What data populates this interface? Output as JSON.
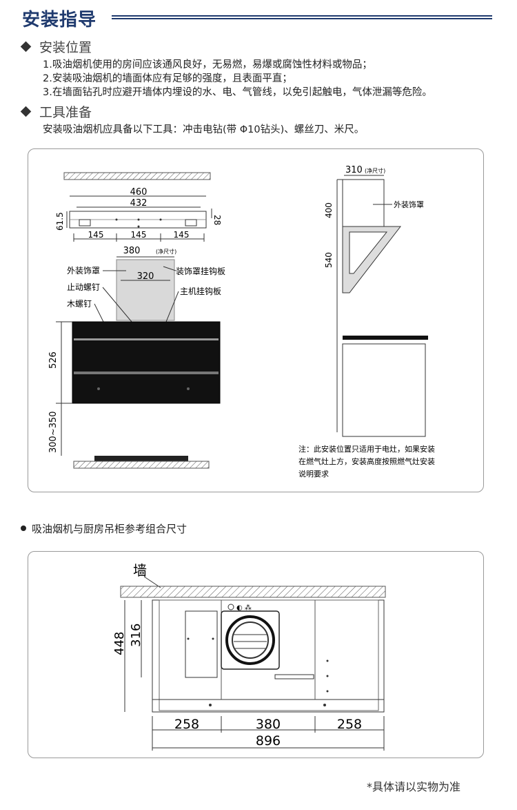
{
  "header": {
    "title": "安装指导"
  },
  "install_position": {
    "heading": "安装位置",
    "items": [
      "1.吸油烟机使用的房间应该通风良好，无易燃，易爆或腐蚀性材料或物品；",
      "2.安装吸油烟机的墙面体应有足够的强度，且表面平直；",
      "3.在墙面钻孔时应避开墙体内埋设的水、电、气管线，以免引起触电，气体泄漏等危险。"
    ]
  },
  "tools": {
    "heading": "工具准备",
    "text": "安装吸油烟机应具备以下工具：冲击电钻(带 Φ10钻头)、螺丝刀、米尺。"
  },
  "diagram1": {
    "dim_460": "460",
    "dim_432": "432",
    "dim_28": "28",
    "dim_61_5": "61.5",
    "dim_145_a": "145",
    "dim_145_b": "145",
    "dim_145_c": "145",
    "dim_380": "380",
    "net_size": "(净尺寸)",
    "dim_320": "320",
    "label_outer_cover": "外装饰罩",
    "label_stop_screw": "止动螺钉",
    "label_wood_screw": "木螺钉",
    "label_cover_hook": "装饰罩挂钩板",
    "label_main_hook": "主机挂钩板",
    "dim_526": "526",
    "dim_300_350": "300~350",
    "dim_310": "310",
    "net_size_2": "(净尺寸)",
    "label_outer_cover_side": "外装饰罩",
    "dim_400": "400",
    "dim_540": "540",
    "note_lines": [
      "注：此安装位置只适用于电灶，如果安装",
      "在燃气灶上方，安装高度按照燃气灶安装",
      "说明要求"
    ]
  },
  "combo": {
    "bullet": "吸油烟机与厨房吊柜参考组合尺寸"
  },
  "diagram2": {
    "label_wall": "墙",
    "dim_448": "448",
    "dim_316": "316",
    "dim_258_left": "258",
    "dim_380": "380",
    "dim_258_right": "258",
    "dim_896": "896"
  },
  "footnote": "*具体请以实物为准"
}
